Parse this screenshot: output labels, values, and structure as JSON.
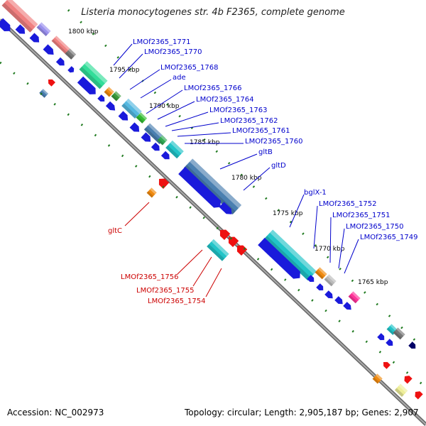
{
  "header": {
    "title": "Listeria monocytogenes str. 4b F2365, complete genome"
  },
  "footer": {
    "accession": "Accession: NC_002973",
    "summary": "Topology: circular; Length: 2,905,187 bp; Genes: 2,907"
  },
  "ticks": [
    "1800 kbp",
    "1795 kbp",
    "1790 kbp",
    "1785 kbp",
    "1780 kbp",
    "1775 kbp",
    "1770 kbp",
    "1765 kbp"
  ],
  "genes_forward": [
    "LMOf2365_1771",
    "LMOf2365_1770",
    "LMOf2365_1768",
    "ade",
    "LMOf2365_1766",
    "LMOf2365_1764",
    "LMOf2365_1763",
    "LMOf2365_1762",
    "LMOf2365_1761",
    "LMOf2365_1760",
    "gltB",
    "gltD",
    "bglX-1",
    "LMOf2365_1752",
    "LMOf2365_1751",
    "LMOf2365_1750",
    "LMOf2365_1749"
  ],
  "genes_reverse": [
    "gltC",
    "LMOf2365_1756",
    "LMOf2365_1755",
    "LMOf2365_1754"
  ],
  "colors": {
    "forward_label": "#0000cc",
    "reverse_label": "#cc0000",
    "backbone": "#888888",
    "tick_mark": "#1f7a1f",
    "cds_blue": "#1a1adb",
    "cds_red": "#ee1111",
    "steelblue": "#4a7fb0",
    "cyan": "#22c4c8",
    "orange": "#f08a10",
    "salmon": "#f08080",
    "mint": "#33dd99",
    "pink": "#ff3399",
    "grey": "#777777"
  }
}
